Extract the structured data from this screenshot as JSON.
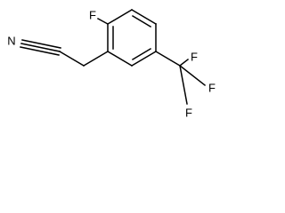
{
  "molecule": {
    "atom_labels": {
      "ring_fluorine": "F",
      "nitrile_nitrogen": "N",
      "cf3_fluorine_top": "F",
      "cf3_fluorine_right": "F",
      "cf3_fluorine_bottom": "F"
    }
  },
  "colors": {
    "bond": "#000000",
    "label": "#000000",
    "background": "#ffffff"
  }
}
